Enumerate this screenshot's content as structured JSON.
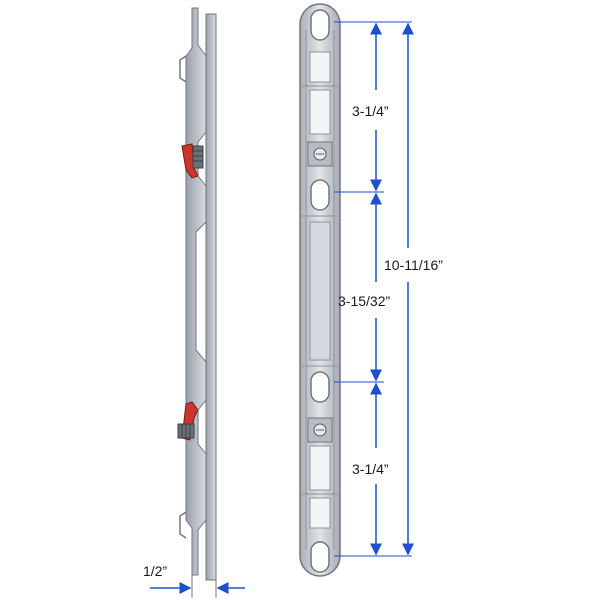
{
  "dimensions": {
    "top_spacing": "3-1/4”",
    "middle_spacing": "3-15/32”",
    "bottom_spacing": "3-1/4”",
    "overall_length": "10-11/16”",
    "thickness": "1/2”"
  },
  "colors": {
    "dimension_line": "#1f4fd1",
    "metal_fill": "#c9ced4",
    "metal_stroke": "#6f767e",
    "slot_fill": "#ffffff",
    "clip_red": "#c8362c"
  }
}
